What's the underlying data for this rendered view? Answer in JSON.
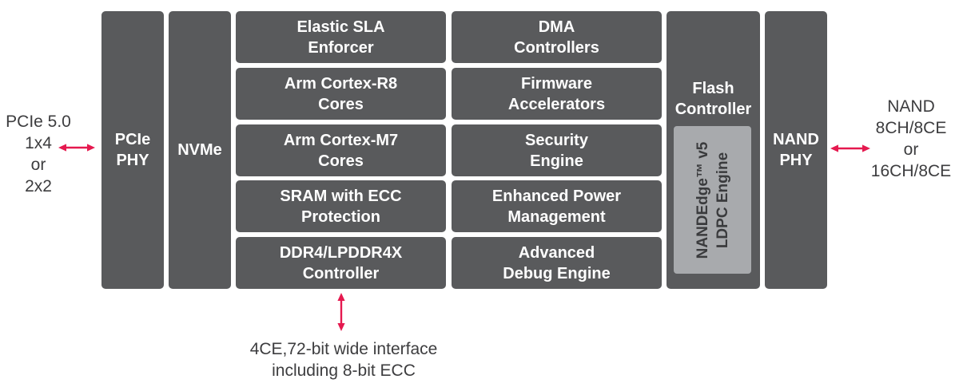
{
  "colors": {
    "block_fill": "#595a5c",
    "inner_block_fill": "#a8aaad",
    "arrow": "#e5194f",
    "dark_text": "#3d3d3f",
    "light_text": "#ffffff",
    "background": "#ffffff"
  },
  "icons": {
    "left_arrow": "bidirectional-horizontal-arrow",
    "right_arrow": "bidirectional-horizontal-arrow",
    "bottom_arrow": "bidirectional-vertical-arrow"
  },
  "labels": {
    "pcie_io": "PCIe 5.0\n1x4\nor\n2x2",
    "nand_io": "NAND\n8CH/8CE\nor\n16CH/8CE",
    "ddr_io": "4CE,72-bit wide interface\nincluding 8-bit ECC"
  },
  "blocks": {
    "pcie_phy": "PCIe\nPHY",
    "nvme": "NVMe",
    "flash_controller": "Flash\nController",
    "ldpc_engine": "NANDEdge™ v5\nLDPC Engine",
    "nand_phy": "NAND\nPHY",
    "col1": [
      "Elastic SLA\nEnforcer",
      "Arm Cortex-R8\nCores",
      "Arm Cortex-M7\nCores",
      "SRAM with ECC\nProtection",
      "DDR4/LPDDR4X\nController"
    ],
    "col2": [
      "DMA\nControllers",
      "Firmware\nAccelerators",
      "Security\nEngine",
      "Enhanced Power\nManagement",
      "Advanced\nDebug Engine"
    ]
  }
}
